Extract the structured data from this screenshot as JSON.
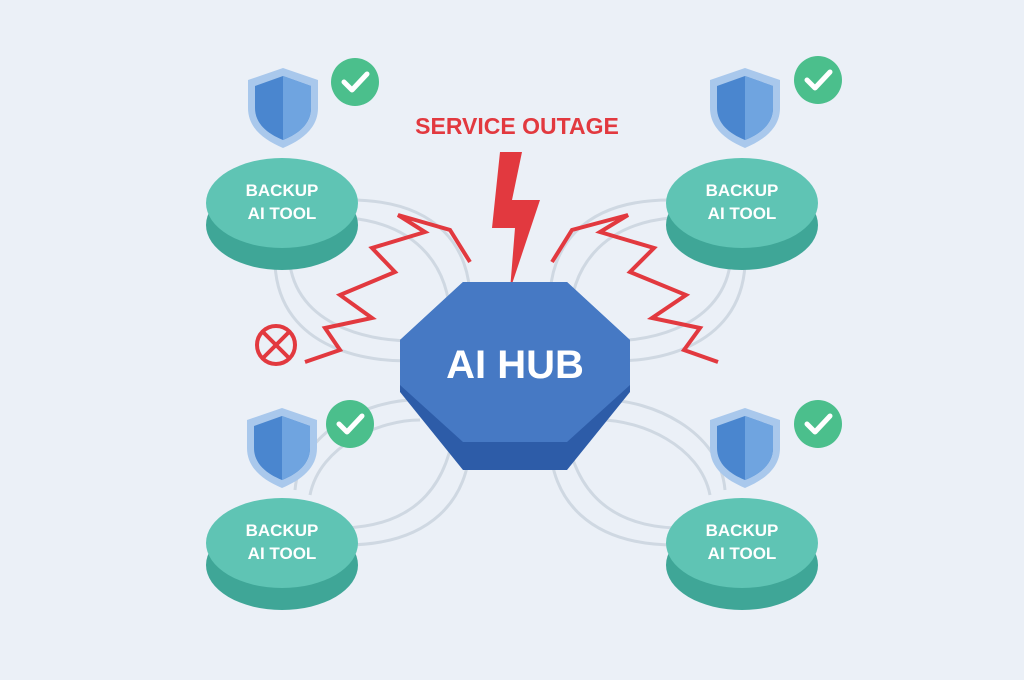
{
  "hub": {
    "label": "AI HUB"
  },
  "alert": {
    "label": "SERVICE OUTAGE"
  },
  "nodes": [
    {
      "line1": "BACKUP",
      "line2": "AI TOOL",
      "status": "ok"
    },
    {
      "line1": "BACKUP",
      "line2": "AI TOOL",
      "status": "ok"
    },
    {
      "line1": "BACKUP",
      "line2": "AI TOOL",
      "status": "ok"
    },
    {
      "line1": "BACKUP",
      "line2": "AI TOOL",
      "status": "ok"
    }
  ],
  "disconnected_marker": "cross-circle-icon",
  "colors": {
    "background": "#ebf0f7",
    "hub_top": "#4177c2",
    "hub_side": "#2d5ca8",
    "node_top": "#5fc4b4",
    "node_side": "#3fa697",
    "alert": "#e2393f",
    "check": "#4bbf8c",
    "shield": "#4a86cf",
    "connector": "#cfd8e2"
  }
}
